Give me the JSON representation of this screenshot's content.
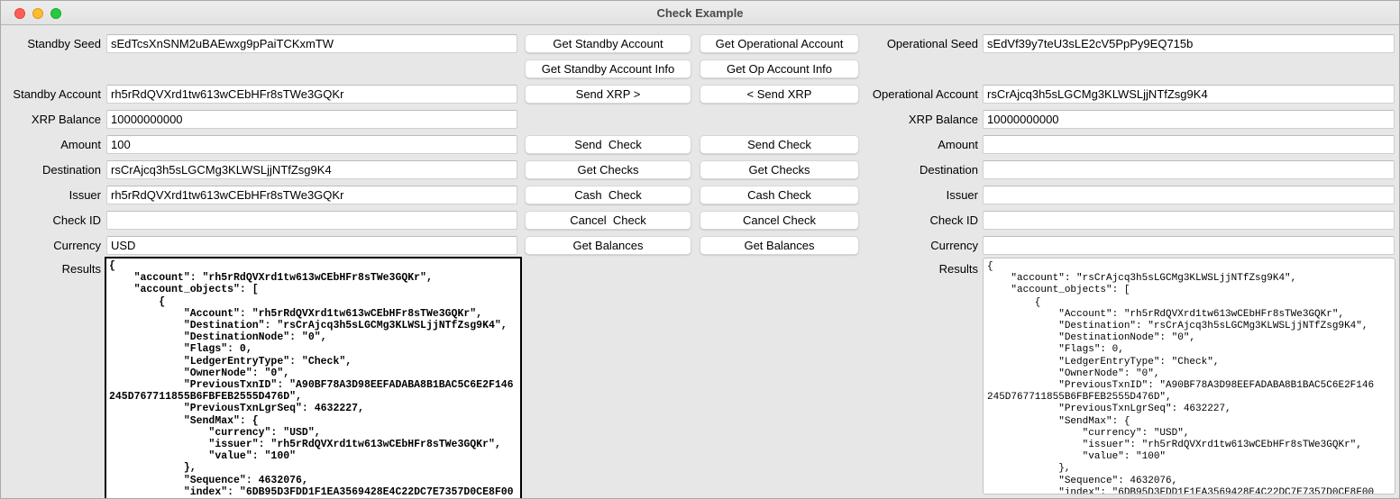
{
  "window": {
    "title": "Check Example"
  },
  "colors": {
    "window_bg": "#e7e7e7",
    "titlebar_bg": "#ececec",
    "traffic_red": "#ff5f57",
    "traffic_yellow": "#febc2e",
    "traffic_green": "#28c840",
    "focus_border": "#000000"
  },
  "standby": {
    "seed": {
      "label": "Standby Seed",
      "value": "sEdTcsXnSNM2uBAEwxg9pPaiTCKxmTW"
    },
    "account": {
      "label": "Standby Account",
      "value": "rh5rRdQVXrd1tw613wCEbHFr8sTWe3GQKr"
    },
    "balance": {
      "label": "XRP Balance",
      "value": "10000000000"
    },
    "amount": {
      "label": "Amount",
      "value": "100"
    },
    "destination": {
      "label": "Destination",
      "value": "rsCrAjcq3h5sLGCMg3KLWSLjjNTfZsg9K4"
    },
    "issuer": {
      "label": "Issuer",
      "value": "rh5rRdQVXrd1tw613wCEbHFr8sTWe3GQKr"
    },
    "check_id": {
      "label": "Check ID",
      "value": ""
    },
    "currency": {
      "label": "Currency",
      "value": "USD"
    },
    "results": {
      "label": "Results",
      "value": "{\n    \"account\": \"rh5rRdQVXrd1tw613wCEbHFr8sTWe3GQKr\",\n    \"account_objects\": [\n        {\n            \"Account\": \"rh5rRdQVXrd1tw613wCEbHFr8sTWe3GQKr\",\n            \"Destination\": \"rsCrAjcq3h5sLGCMg3KLWSLjjNTfZsg9K4\",\n            \"DestinationNode\": \"0\",\n            \"Flags\": 0,\n            \"LedgerEntryType\": \"Check\",\n            \"OwnerNode\": \"0\",\n            \"PreviousTxnID\": \"A90BF78A3D98EEFADABA8B1BAC5C6E2F146\n245D767711855B6FBFEB2555D476D\",\n            \"PreviousTxnLgrSeq\": 4632227,\n            \"SendMax\": {\n                \"currency\": \"USD\",\n                \"issuer\": \"rh5rRdQVXrd1tw613wCEbHFr8sTWe3GQKr\",\n                \"value\": \"100\"\n            },\n            \"Sequence\": 4632076,\n            \"index\": \"6DB95D3FDD1F1EA3569428E4C22DC7E7357D0CE8F00"
    }
  },
  "operational": {
    "seed": {
      "label": "Operational Seed",
      "value": "sEdVf39y7teU3sLE2cV5PpPy9EQ715b"
    },
    "account": {
      "label": "Operational Account",
      "value": "rsCrAjcq3h5sLGCMg3KLWSLjjNTfZsg9K4"
    },
    "balance": {
      "label": "XRP Balance",
      "value": "10000000000"
    },
    "amount": {
      "label": "Amount",
      "value": ""
    },
    "destination": {
      "label": "Destination",
      "value": ""
    },
    "issuer": {
      "label": "Issuer",
      "value": ""
    },
    "check_id": {
      "label": "Check ID",
      "value": ""
    },
    "currency": {
      "label": "Currency",
      "value": ""
    },
    "results": {
      "label": "Results",
      "value": "{\n    \"account\": \"rsCrAjcq3h5sLGCMg3KLWSLjjNTfZsg9K4\",\n    \"account_objects\": [\n        {\n            \"Account\": \"rh5rRdQVXrd1tw613wCEbHFr8sTWe3GQKr\",\n            \"Destination\": \"rsCrAjcq3h5sLGCMg3KLWSLjjNTfZsg9K4\",\n            \"DestinationNode\": \"0\",\n            \"Flags\": 0,\n            \"LedgerEntryType\": \"Check\",\n            \"OwnerNode\": \"0\",\n            \"PreviousTxnID\": \"A90BF78A3D98EEFADABA8B1BAC5C6E2F146\n245D767711855B6FBFEB2555D476D\",\n            \"PreviousTxnLgrSeq\": 4632227,\n            \"SendMax\": {\n                \"currency\": \"USD\",\n                \"issuer\": \"rh5rRdQVXrd1tw613wCEbHFr8sTWe3GQKr\",\n                \"value\": \"100\"\n            },\n            \"Sequence\": 4632076,\n            \"index\": \"6DB95D3FDD1F1EA3569428E4C22DC7E7357D0CE8F00"
    }
  },
  "buttons": {
    "standby_col": {
      "get_account": "Get Standby Account",
      "get_account_info": "Get Standby Account Info",
      "send_xrp": "Send XRP >",
      "send_check": "Send  Check",
      "get_checks": "Get Checks",
      "cash_check": "Cash  Check",
      "cancel_check": "Cancel  Check",
      "get_balances": "Get Balances"
    },
    "operational_col": {
      "get_account": "Get Operational Account",
      "get_account_info": "Get Op Account Info",
      "send_xrp": "< Send XRP",
      "send_check": "Send Check",
      "get_checks": "Get Checks",
      "cash_check": "Cash Check",
      "cancel_check": "Cancel Check",
      "get_balances": "Get Balances"
    }
  }
}
